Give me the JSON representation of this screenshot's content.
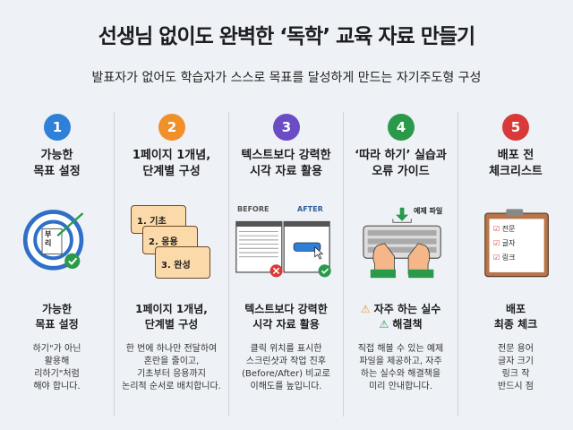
{
  "title": "선생님 없이도 완벽한 ‘독학’ 교육 자료 만들기",
  "subtitle": "발표자가 없어도 학습자가 스스로 목표를 달성하게 만드는 자기주도형 구성",
  "columns": [
    {
      "num": "1",
      "color": "#2f80d8",
      "heading": [
        "가능한",
        "목표 설정"
      ],
      "target_label": [
        "부",
        "리"
      ],
      "subheading": [
        "가능한",
        "목표 설정"
      ],
      "body": [
        "하기\"가 아닌",
        "활용해",
        "리하기\"처럼",
        "해야 합니다."
      ]
    },
    {
      "num": "2",
      "color": "#f0902a",
      "heading": [
        "1페이지 1개념,",
        "단계별 구성"
      ],
      "cards": [
        "1. 기초",
        "2. 응용",
        "3. 완성"
      ],
      "subheading": [
        "1페이지 1개념,",
        "단계별 구성"
      ],
      "body": [
        "한 번에 하나만 전달하여",
        "혼란을 줄이고,",
        "기초부터 응용까지",
        "논리적 순서로 배치합니다."
      ]
    },
    {
      "num": "3",
      "color": "#6a4cc4",
      "heading": [
        "텍스트보다 강력한",
        "시각 자료 활용"
      ],
      "before": "BEFORE",
      "after": "AFTER",
      "subheading": [
        "텍스트보다 강력한",
        "시각 자료 활용"
      ],
      "body": [
        "클릭 위치를 표시한",
        "스크린샷과 작업 진후",
        "(Before/After) 비교로",
        "이해도를 높입니다."
      ]
    },
    {
      "num": "4",
      "color": "#2a9a4a",
      "heading": [
        "‘따라 하기’ 실습과",
        "오류 가이드"
      ],
      "file_label": "예제 파일",
      "subheading": [
        "자주 하는 실수",
        "해결책"
      ],
      "body": [
        "직접 해볼 수 있는 예제",
        "파일을 제공하고, 자주",
        "하는 실수와 해결책을",
        "미리 안내합니다."
      ]
    },
    {
      "num": "5",
      "color": "#d83a3a",
      "heading": [
        "배포 전",
        "체크리스트"
      ],
      "checklist": [
        "전문",
        "글자",
        "링크"
      ],
      "subheading": [
        "배포",
        "최종 체크"
      ],
      "body": [
        "전문 용어",
        "글자 크기",
        "링크 작",
        "반드시 점"
      ]
    }
  ]
}
